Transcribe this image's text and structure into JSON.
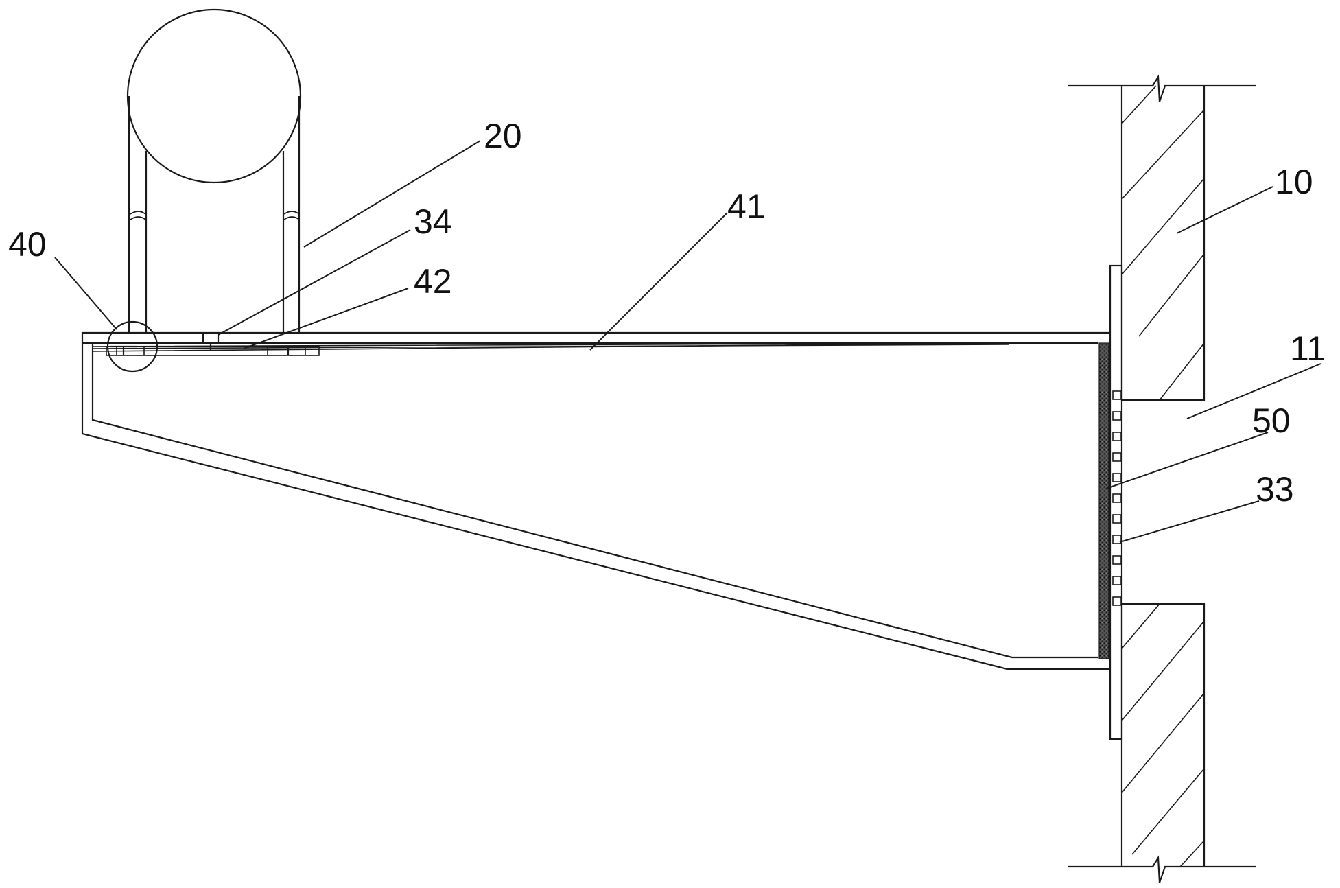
{
  "labels": [
    {
      "key": "wall",
      "text": "10"
    },
    {
      "key": "wall_opening",
      "text": "11"
    },
    {
      "key": "pipe_clamp",
      "text": "20"
    },
    {
      "key": "bolt",
      "text": "34"
    },
    {
      "key": "plate",
      "text": "42"
    },
    {
      "key": "bracket_node",
      "text": "40"
    },
    {
      "key": "top_flange",
      "text": "41"
    },
    {
      "key": "sealant",
      "text": "50"
    },
    {
      "key": "anchor",
      "text": "33"
    }
  ],
  "colors": {
    "line": "#1a1a1a",
    "background": "#ffffff",
    "fill_dots": "#3a3a3a"
  }
}
